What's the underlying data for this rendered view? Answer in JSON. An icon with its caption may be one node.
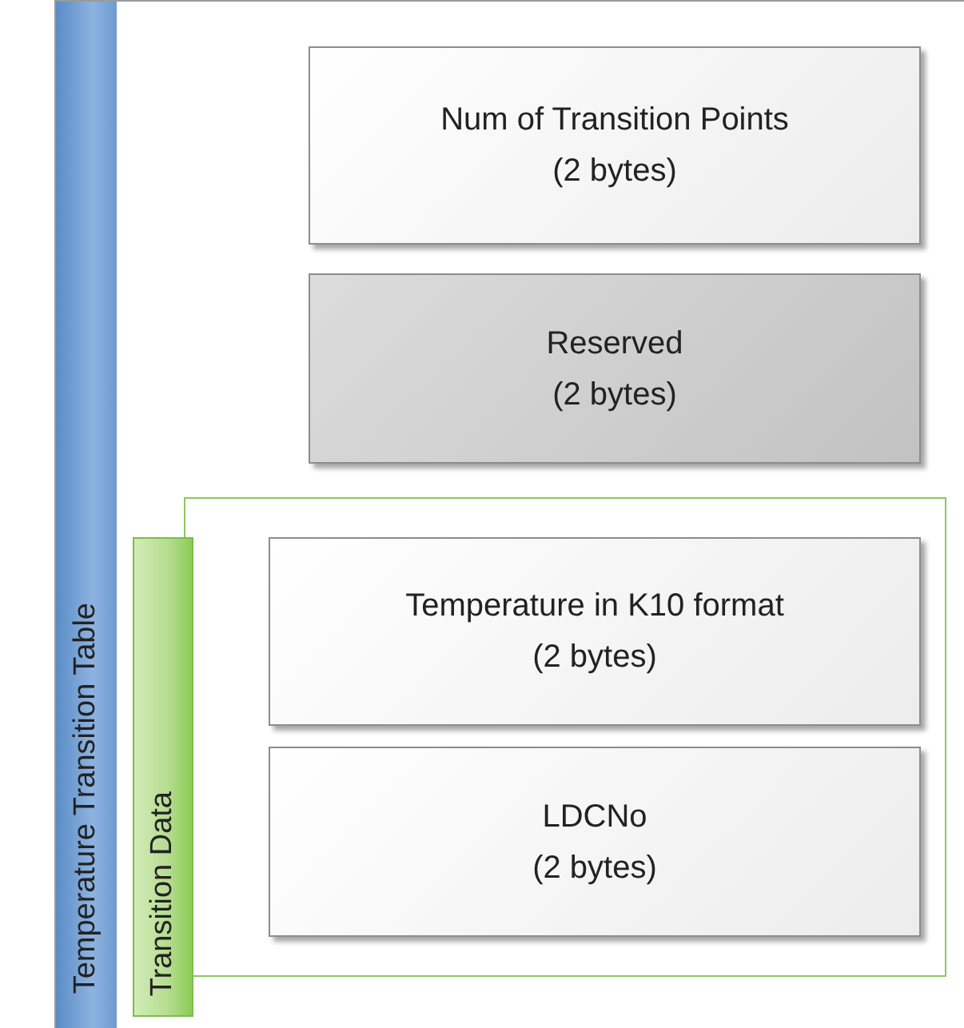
{
  "diagram": {
    "nodes": [
      {
        "text": [
          "Temperature Transition Table"
        ]
      },
      {
        "text": [
          "Num of Transition Points",
          "(2 bytes)"
        ],
        "in": 0
      },
      {
        "text": [
          "Reserved",
          "(2 bytes)"
        ],
        "in": 0
      },
      {
        "text": [
          "Transition Data"
        ],
        "in": 0
      },
      {
        "text": [
          "Temperature in K10 format",
          "(2 bytes)"
        ],
        "in": 3
      },
      {
        "text": [
          "LDCNo",
          "(2 bytes)"
        ],
        "in": 3
      }
    ]
  }
}
